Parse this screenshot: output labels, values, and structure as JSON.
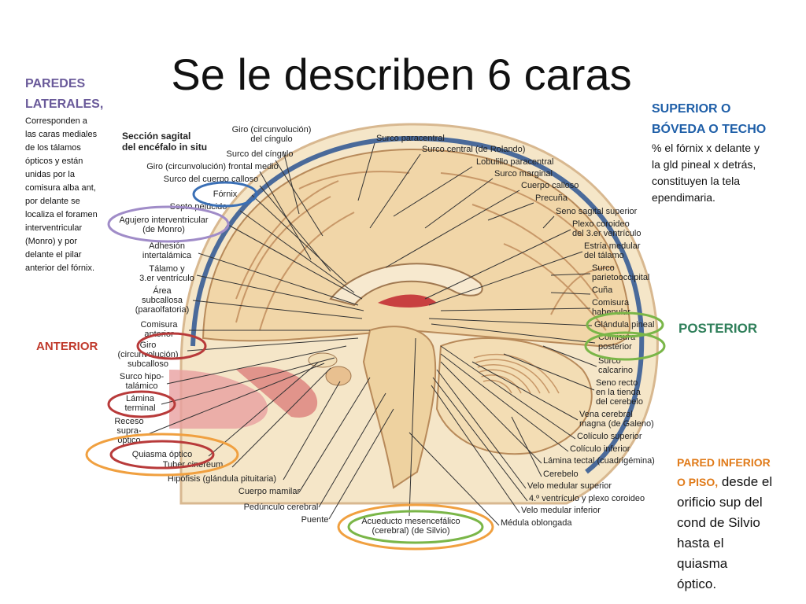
{
  "title": "Se le describen 6 caras",
  "panel_title_1": "Sección sagital",
  "panel_title_2": "del encéfalo in situ",
  "left": {
    "h1": "PAREDES",
    "h2": "LATERALES,",
    "b": [
      "Corresponden a",
      "las caras mediales",
      "de los tálamos",
      "ópticos y están",
      "unidas por la",
      "comisura alba ant,",
      "por delante se",
      "localiza el foramen",
      "interventricular",
      "(Monro) y por",
      "delante el pilar",
      "anterior del fórnix."
    ]
  },
  "right": {
    "h1": "SUPERIOR O",
    "h2": "BÓVEDA O TECHO",
    "b": [
      "% el fórnix x delante y",
      "la gld pineal x detrás,",
      "constituyen la tela",
      "ependimaria."
    ]
  },
  "posterior": "POSTERIOR",
  "anterior": "ANTERIOR",
  "inferior": {
    "h1": "PARED INFERIOR",
    "h2": "O PISO,",
    "h2b": " desde el",
    "b": [
      "orificio sup del",
      "cond de Silvio",
      "hasta el",
      "quiasma",
      "óptico."
    ]
  },
  "labels_left": [
    [
      "Giro (circunvolución)",
      "del cíngulo"
    ],
    [
      "Surco del cíngulo"
    ],
    [
      "Giro (circunvolución) frontal medio"
    ],
    [
      "Surco del cuerpo calloso"
    ],
    [
      "Fórnix"
    ],
    [
      "Septo pelúcido"
    ],
    [
      "Agujero interventricular",
      "(de Monro)"
    ],
    [
      "Adhesión",
      "intertalámica"
    ],
    [
      "Tálamo y",
      "3.er ventrículo"
    ],
    [
      "Área",
      "subcallosa",
      "(paraolfatoria)"
    ],
    [
      "Comisura",
      "anterior"
    ],
    [
      "Giro",
      "(circunvolución)",
      "subcalloso"
    ],
    [
      "Surco hipo-",
      "talámico"
    ],
    [
      "Lámina",
      "terminal"
    ],
    [
      "Receso",
      "supra-",
      "óptico"
    ],
    [
      "Quiasma óptico"
    ],
    [
      "Tuber cinereum"
    ],
    [
      "Hipófisis (glándula pituitaria)"
    ],
    [
      "Cuerpo mamilar"
    ],
    [
      "Pedúnculo cerebral"
    ],
    [
      "Puente"
    ]
  ],
  "labels_right": [
    [
      "Surco paracentral"
    ],
    [
      "Surco central (de Rolando)"
    ],
    [
      "Lobulillo paracentral"
    ],
    [
      "Surco marginal"
    ],
    [
      "Cuerpo calloso"
    ],
    [
      "Precuña"
    ],
    [
      "Seno sagital superior"
    ],
    [
      "Plexo coroideo",
      "del 3.er ventrículo"
    ],
    [
      "Estría medular",
      "del tálamo"
    ],
    [
      "Surco",
      "parietooccipital"
    ],
    [
      "Cuña"
    ],
    [
      "Comisura",
      "habenular"
    ],
    [
      "Glándula pineal"
    ],
    [
      "Comisura",
      "posterior"
    ],
    [
      "Surco",
      "calcarino"
    ],
    [
      "Seno recto",
      "en la tienda",
      "del cerebelo"
    ],
    [
      "Vena cerebral",
      "magna (de Galeno)"
    ],
    [
      "Colículo superior"
    ],
    [
      "Colículo inferior"
    ],
    [
      "Lámina tectal (cuadrigémina)"
    ],
    [
      "Cerebelo"
    ],
    [
      "Velo medular superior"
    ],
    [
      "4.º ventrículo y plexo coroideo"
    ],
    [
      "Velo medular inferior"
    ],
    [
      "Médula oblongada"
    ]
  ],
  "label_bottom": [
    "Acueducto mesencefálico",
    "(cerebral) (de Silvio)"
  ],
  "colors": {
    "purple": "#a08cc8",
    "blue": "#3a6fb5",
    "red": "#b83a3a",
    "orange": "#f0a040",
    "green": "#7ab648",
    "brain": "#f1d6a8",
    "sulcus": "#c89868",
    "skull": "#f5e6c8",
    "dura": "#4a6a9a"
  }
}
